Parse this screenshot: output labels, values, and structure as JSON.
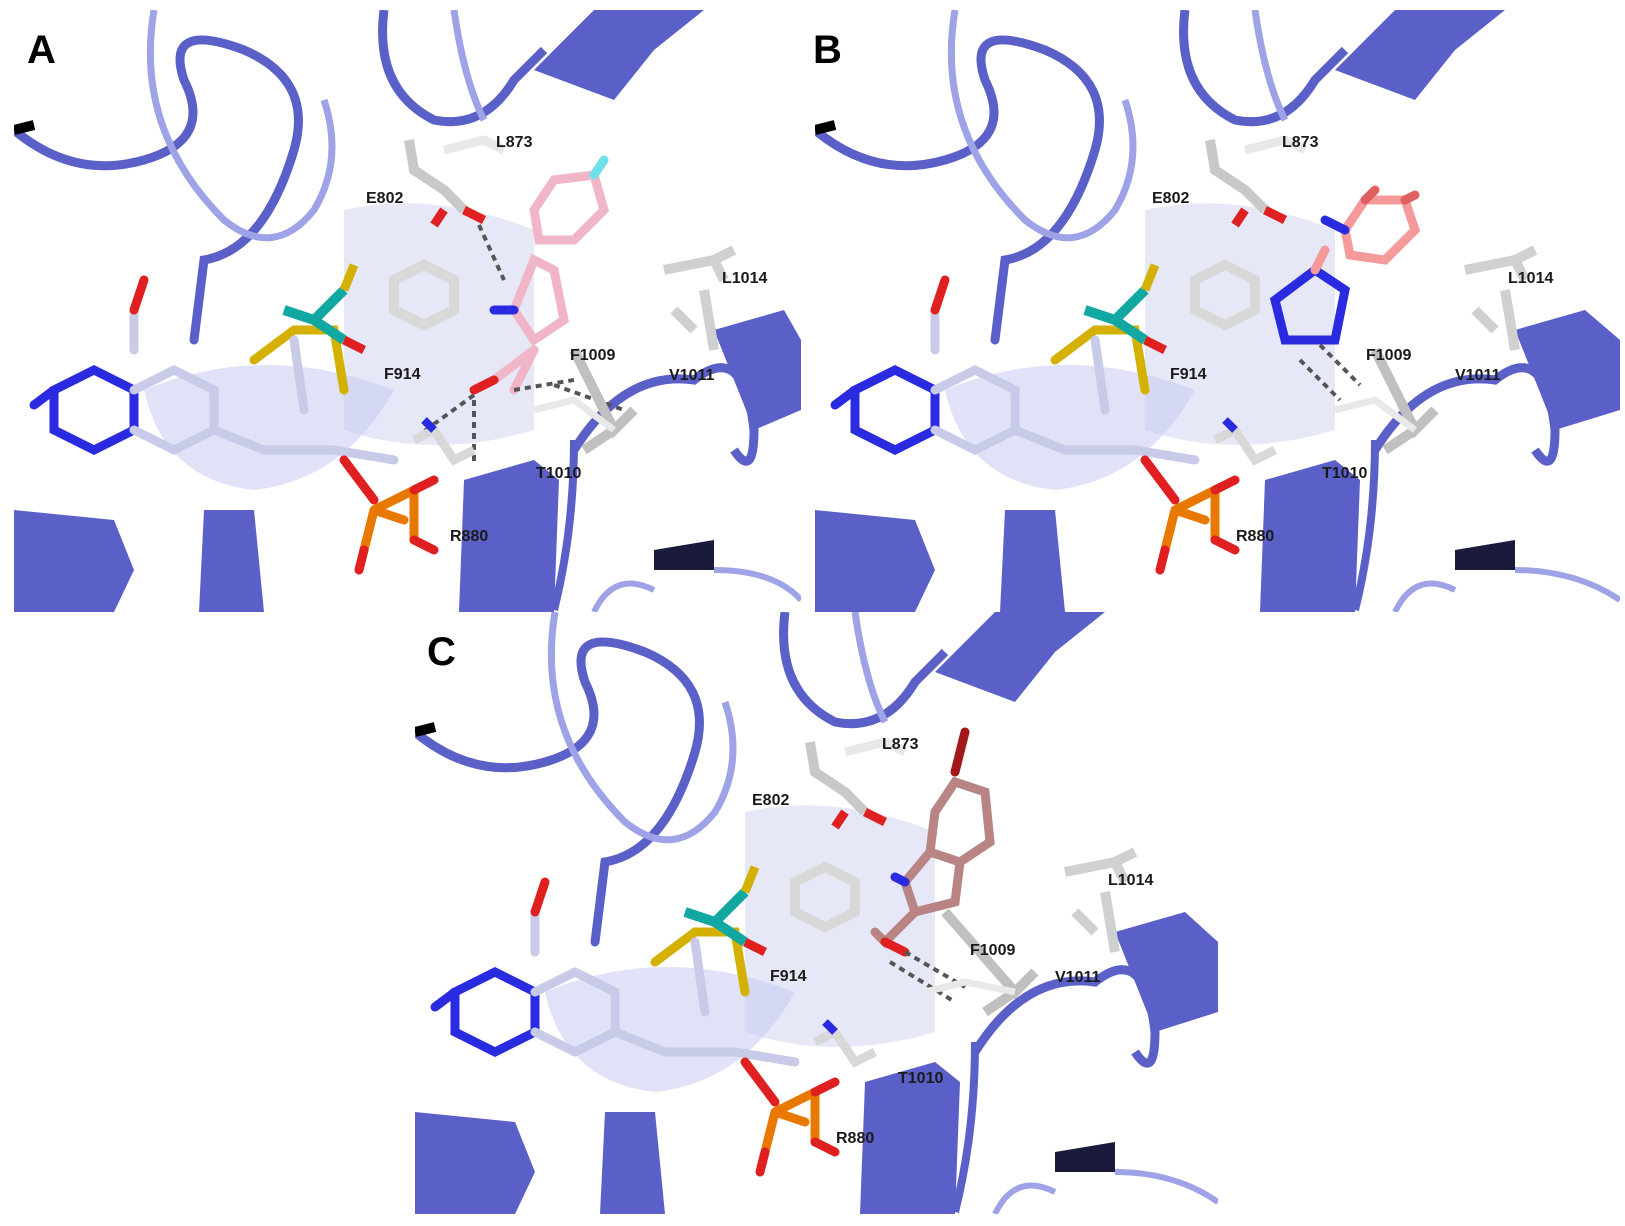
{
  "colors": {
    "ribbon": "#5b60c8",
    "ribbon_light": "#9ea2e6",
    "carbon_ligand_a": "#f0b6c8",
    "carbon_ligand_b": "#f49a9a",
    "carbon_ligand_c": "#b88484",
    "carbon_cofactor": "#c8cbe8",
    "carbon_residue": "#d0d0d0",
    "nitrogen": "#2a2ae0",
    "oxygen": "#e02020",
    "sulfur": "#d4b000",
    "phosphorus": "#e87800",
    "metal": "#10a8a0",
    "fluorine": "#70e0e8",
    "bromine": "#a01818",
    "hbond": "#555555"
  },
  "panels": [
    {
      "letter": "A",
      "residues": {
        "L873": "L873",
        "E802": "E802",
        "L1014": "L1014",
        "F1009": "F1009",
        "F914": "F914",
        "V1011": "V1011",
        "T1010": "T1010",
        "R880": "R880"
      }
    },
    {
      "letter": "B",
      "residues": {
        "L873": "L873",
        "E802": "E802",
        "L1014": "L1014",
        "F1009": "F1009",
        "F914": "F914",
        "V1011": "V1011",
        "T1010": "T1010",
        "R880": "R880"
      }
    },
    {
      "letter": "C",
      "residues": {
        "L873": "L873",
        "E802": "E802",
        "L1014": "L1014",
        "F1009": "F1009",
        "F914": "F914",
        "V1011": "V1011",
        "T1010": "T1010",
        "R880": "R880"
      }
    }
  ]
}
